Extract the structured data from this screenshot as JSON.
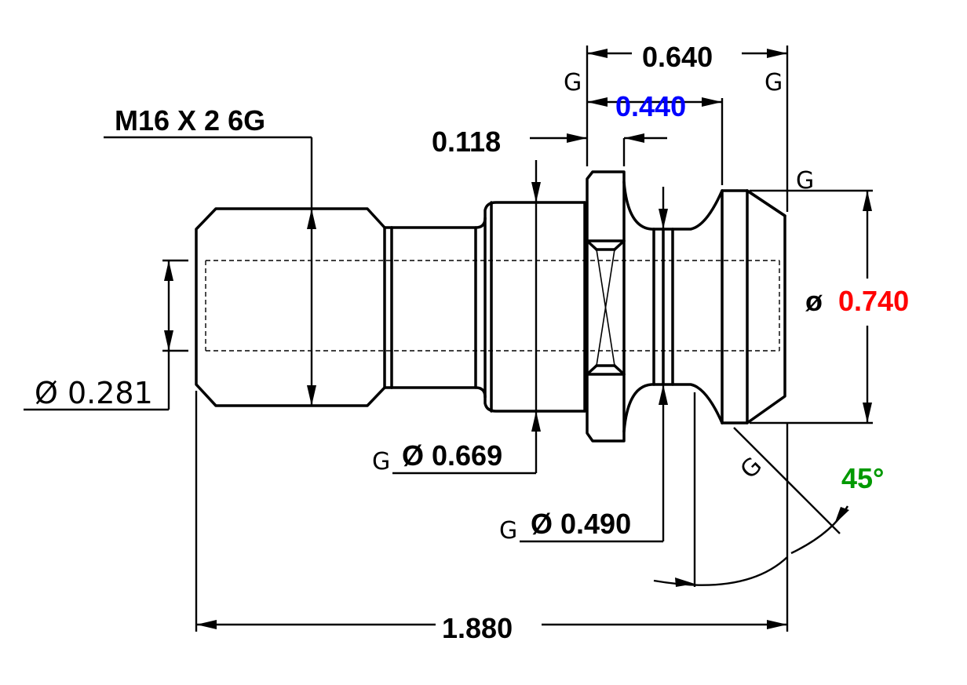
{
  "dimensions": {
    "thread": "M16 X 2 6G",
    "bore_dia": "Ø 0.281",
    "flange_offset": "0.118",
    "overall_top": "0.640",
    "head_length": "0.440",
    "collar_dia": "Ø 0.669",
    "neck_dia": "Ø 0.490",
    "head_dia_symbol": "ø",
    "head_dia_value": "0.740",
    "angle": "45°",
    "overall_length": "1.880"
  },
  "datum_marks": [
    "G",
    "G",
    "G",
    "G",
    "G",
    "G"
  ],
  "colors": {
    "line": "#000000",
    "highlight_blue": "#0000ff",
    "highlight_red": "#ff0000",
    "highlight_green": "#009900"
  }
}
